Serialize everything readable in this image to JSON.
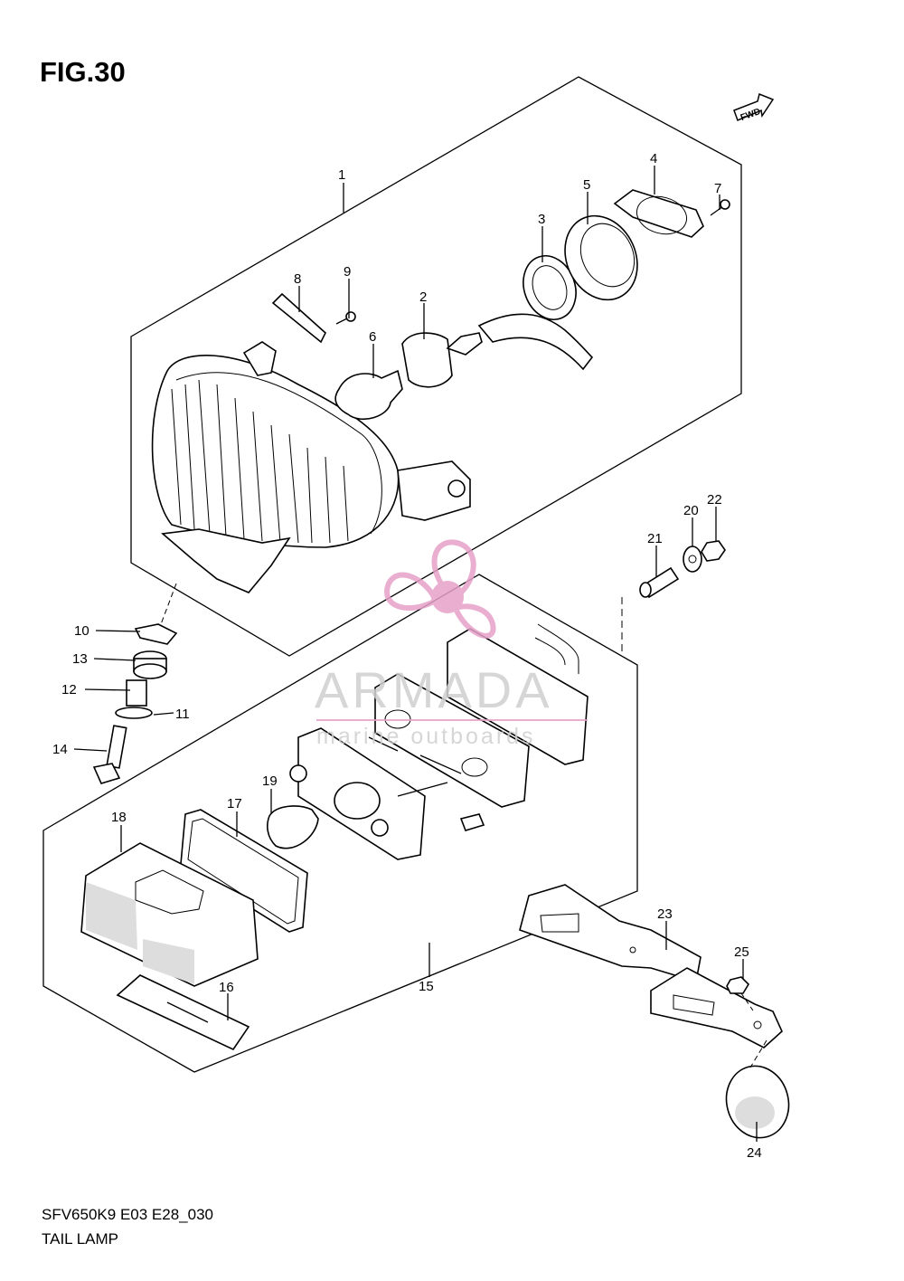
{
  "figure_title": "FIG.30",
  "fwd_label": "FWD",
  "model_code": "SFV650K9 E03 E28_030",
  "caption": "TAIL LAMP",
  "watermark": {
    "brand": "ARMADA",
    "tagline": "marine outboards",
    "color": "#e6a0c8"
  },
  "callouts": [
    "1",
    "2",
    "3",
    "4",
    "5",
    "6",
    "7",
    "8",
    "9",
    "10",
    "11",
    "12",
    "13",
    "14",
    "15",
    "16",
    "17",
    "18",
    "19",
    "20",
    "21",
    "22",
    "23",
    "24",
    "25"
  ]
}
